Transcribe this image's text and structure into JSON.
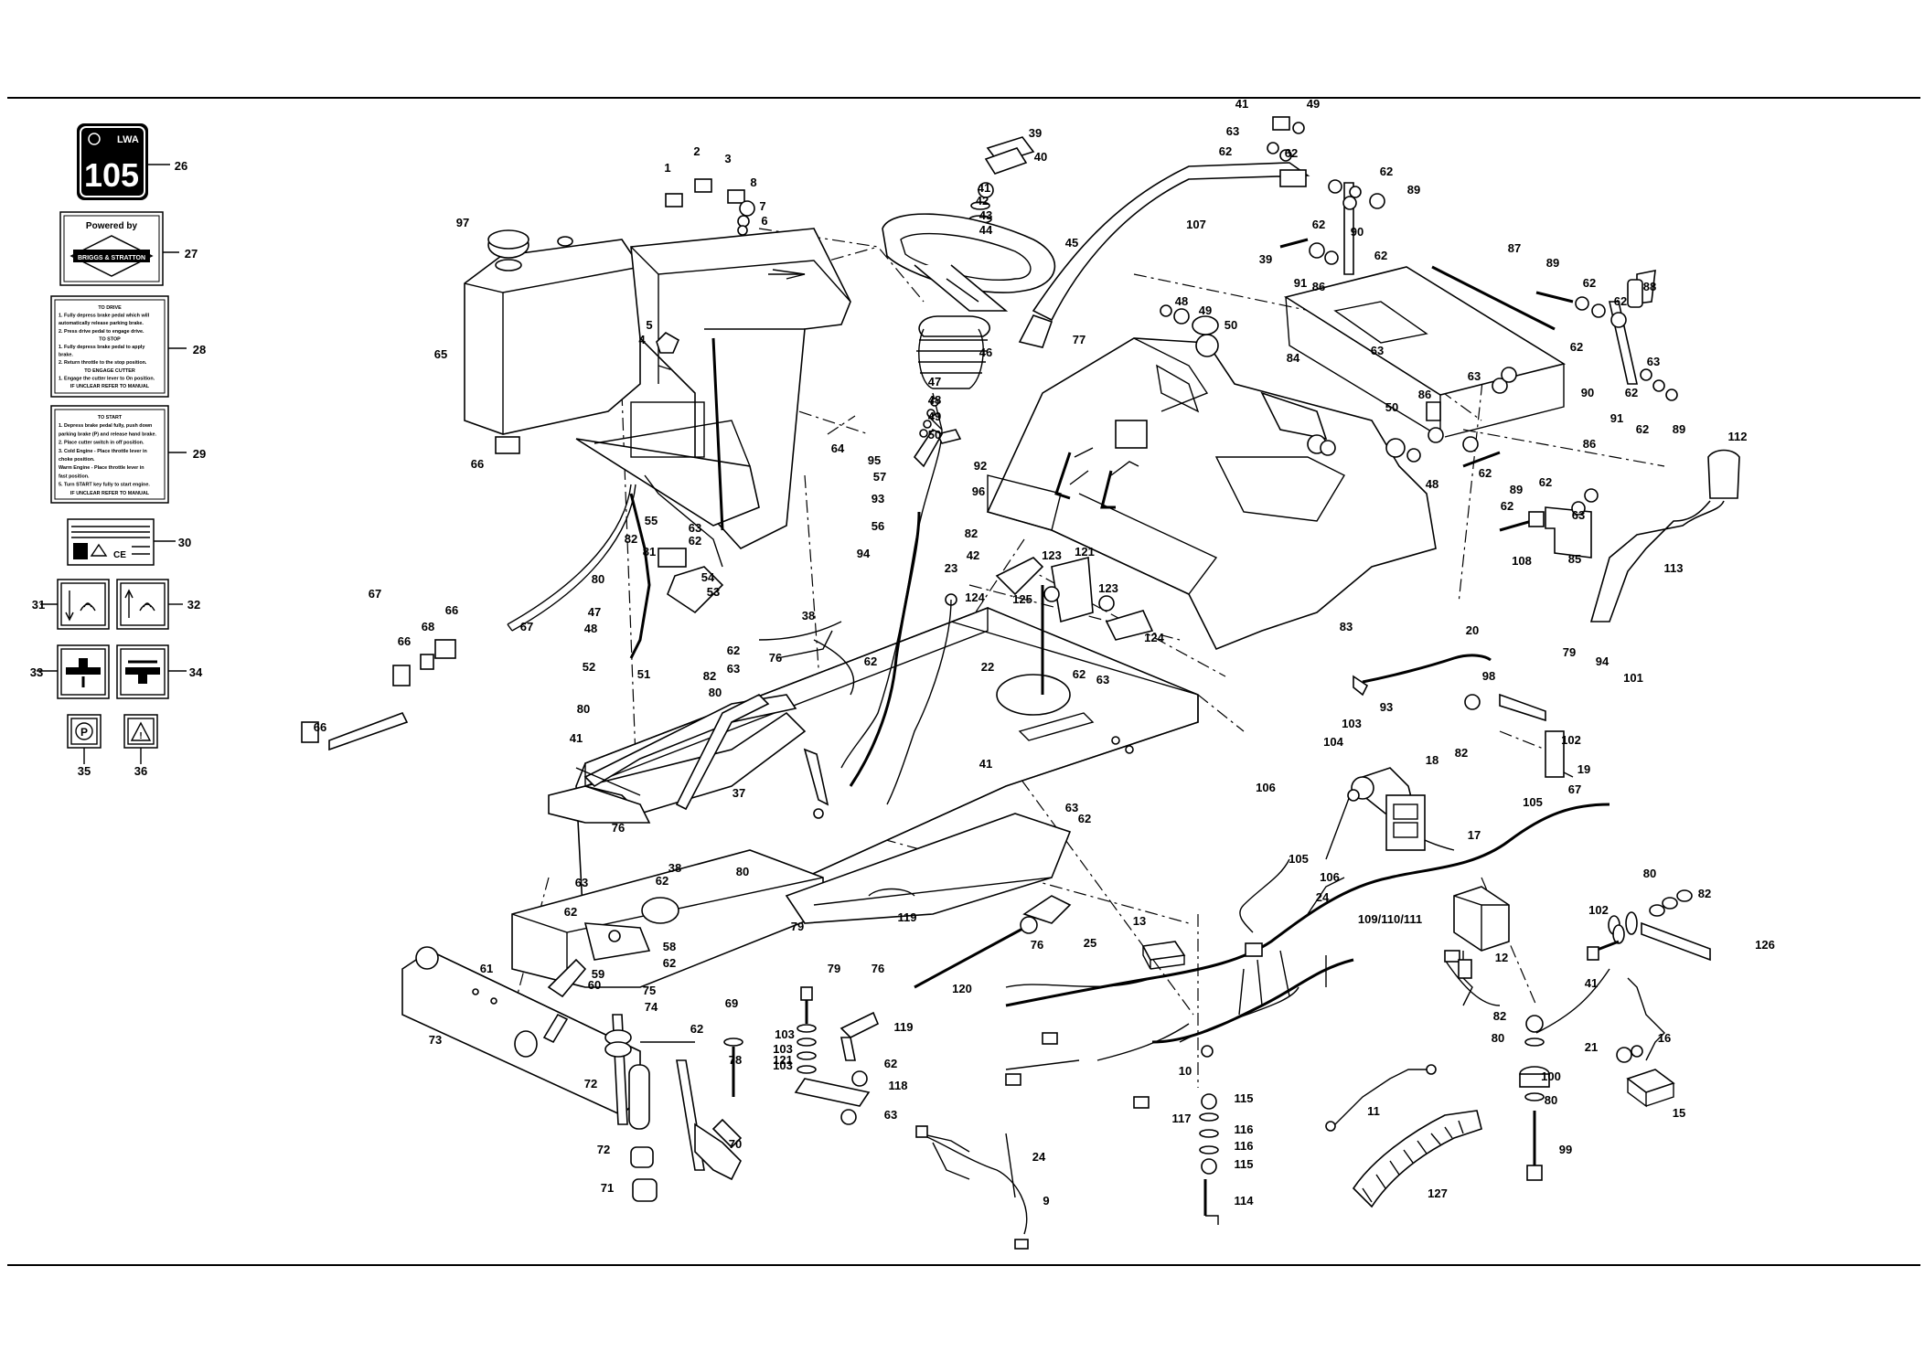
{
  "decals": {
    "d26": {
      "number": "105",
      "brand": "LWA"
    },
    "d27": {
      "line1": "Powered by",
      "line2": "BRIGGS & STRATTON"
    },
    "d28": {
      "lines": [
        "TO DRIVE",
        "1. Fully depress brake pedal which will",
        "automatically release parking brake.",
        "2. Press drive pedal to engage drive.",
        "TO STOP",
        "1. Fully depress brake pedal to apply",
        "brake.",
        "2. Return throttle to the stop position.",
        "TO ENGAGE CUTTER",
        "1. Engage the cutter lever to On position.",
        "IF UNCLEAR REFER TO MANUAL"
      ]
    },
    "d29": {
      "lines": [
        "TO START",
        "1. Depress brake pedal fully, push down",
        "parking brake (P) and release hand brake.",
        "2. Place cutter switch in off position.",
        "3. Cold Engine - Place throttle lever in",
        "choke position.",
        "Warm Engine - Place throttle lever in",
        "fast position.",
        "5. Turn START key fully to start engine.",
        "IF UNCLEAR REFER TO MANUAL"
      ]
    }
  },
  "callouts": [
    {
      "n": "26"
    },
    {
      "n": "27"
    },
    {
      "n": "28"
    },
    {
      "n": "29"
    },
    {
      "n": "30"
    },
    {
      "n": "31"
    },
    {
      "n": "32"
    },
    {
      "n": "33"
    },
    {
      "n": "34"
    },
    {
      "n": "35"
    },
    {
      "n": "36"
    },
    {
      "n": "1"
    },
    {
      "n": "2"
    },
    {
      "n": "3"
    },
    {
      "n": "8"
    },
    {
      "n": "7"
    },
    {
      "n": "6"
    },
    {
      "n": "97"
    },
    {
      "n": "65"
    },
    {
      "n": "66"
    },
    {
      "n": "5"
    },
    {
      "n": "4"
    },
    {
      "n": "64"
    },
    {
      "n": "39"
    },
    {
      "n": "40"
    },
    {
      "n": "41"
    },
    {
      "n": "42"
    },
    {
      "n": "43"
    },
    {
      "n": "44"
    },
    {
      "n": "45"
    },
    {
      "n": "46"
    },
    {
      "n": "47"
    },
    {
      "n": "48"
    },
    {
      "n": "49"
    },
    {
      "n": "50"
    },
    {
      "n": "41"
    },
    {
      "n": "49"
    },
    {
      "n": "63"
    },
    {
      "n": "62"
    },
    {
      "n": "62"
    },
    {
      "n": "62"
    },
    {
      "n": "89"
    },
    {
      "n": "107"
    },
    {
      "n": "90"
    },
    {
      "n": "62"
    },
    {
      "n": "39"
    },
    {
      "n": "91"
    },
    {
      "n": "86"
    },
    {
      "n": "62"
    },
    {
      "n": "48"
    },
    {
      "n": "49"
    },
    {
      "n": "50"
    },
    {
      "n": "77"
    },
    {
      "n": "87"
    },
    {
      "n": "89"
    },
    {
      "n": "62"
    },
    {
      "n": "62"
    },
    {
      "n": "88"
    },
    {
      "n": "84"
    },
    {
      "n": "63"
    },
    {
      "n": "63"
    },
    {
      "n": "62"
    },
    {
      "n": "63"
    },
    {
      "n": "90"
    },
    {
      "n": "62"
    },
    {
      "n": "86"
    },
    {
      "n": "91"
    },
    {
      "n": "62"
    },
    {
      "n": "89"
    },
    {
      "n": "112"
    },
    {
      "n": "50"
    },
    {
      "n": "86"
    },
    {
      "n": "48"
    },
    {
      "n": "62"
    },
    {
      "n": "89"
    },
    {
      "n": "62"
    },
    {
      "n": "63"
    },
    {
      "n": "62"
    },
    {
      "n": "108"
    },
    {
      "n": "85"
    },
    {
      "n": "113"
    },
    {
      "n": "95"
    },
    {
      "n": "92"
    },
    {
      "n": "57"
    },
    {
      "n": "96"
    },
    {
      "n": "93"
    },
    {
      "n": "56"
    },
    {
      "n": "94"
    },
    {
      "n": "23"
    },
    {
      "n": "82"
    },
    {
      "n": "42"
    },
    {
      "n": "124"
    },
    {
      "n": "125"
    },
    {
      "n": "123"
    },
    {
      "n": "121"
    },
    {
      "n": "123"
    },
    {
      "n": "124"
    },
    {
      "n": "62"
    },
    {
      "n": "63"
    },
    {
      "n": "83"
    },
    {
      "n": "55"
    },
    {
      "n": "63"
    },
    {
      "n": "62"
    },
    {
      "n": "82"
    },
    {
      "n": "81"
    },
    {
      "n": "80"
    },
    {
      "n": "54"
    },
    {
      "n": "53"
    },
    {
      "n": "47"
    },
    {
      "n": "48"
    },
    {
      "n": "62"
    },
    {
      "n": "63"
    },
    {
      "n": "82"
    },
    {
      "n": "80"
    },
    {
      "n": "52"
    },
    {
      "n": "51"
    },
    {
      "n": "80"
    },
    {
      "n": "41"
    },
    {
      "n": "66"
    },
    {
      "n": "68"
    },
    {
      "n": "66"
    },
    {
      "n": "67"
    },
    {
      "n": "67"
    },
    {
      "n": "66"
    },
    {
      "n": "38"
    },
    {
      "n": "76"
    },
    {
      "n": "62"
    },
    {
      "n": "22"
    },
    {
      "n": "37"
    },
    {
      "n": "41"
    },
    {
      "n": "63"
    },
    {
      "n": "62"
    },
    {
      "n": "20"
    },
    {
      "n": "98"
    },
    {
      "n": "79"
    },
    {
      "n": "94"
    },
    {
      "n": "101"
    },
    {
      "n": "93"
    },
    {
      "n": "103"
    },
    {
      "n": "104"
    },
    {
      "n": "18"
    },
    {
      "n": "82"
    },
    {
      "n": "102"
    },
    {
      "n": "19"
    },
    {
      "n": "106"
    },
    {
      "n": "67"
    },
    {
      "n": "105"
    },
    {
      "n": "17"
    },
    {
      "n": "105"
    },
    {
      "n": "106"
    },
    {
      "n": "109/110/111"
    },
    {
      "n": "12"
    },
    {
      "n": "76"
    },
    {
      "n": "38"
    },
    {
      "n": "62"
    },
    {
      "n": "63"
    },
    {
      "n": "62"
    },
    {
      "n": "80"
    },
    {
      "n": "79"
    },
    {
      "n": "58"
    },
    {
      "n": "62"
    },
    {
      "n": "59"
    },
    {
      "n": "60"
    },
    {
      "n": "75"
    },
    {
      "n": "74"
    },
    {
      "n": "61"
    },
    {
      "n": "73"
    },
    {
      "n": "72"
    },
    {
      "n": "69"
    },
    {
      "n": "62"
    },
    {
      "n": "78"
    },
    {
      "n": "72"
    },
    {
      "n": "71"
    },
    {
      "n": "70"
    },
    {
      "n": "119"
    },
    {
      "n": "76"
    },
    {
      "n": "13"
    },
    {
      "n": "25"
    },
    {
      "n": "24"
    },
    {
      "n": "79"
    },
    {
      "n": "76"
    },
    {
      "n": "120"
    },
    {
      "n": "103"
    },
    {
      "n": "103"
    },
    {
      "n": "103"
    },
    {
      "n": "119"
    },
    {
      "n": "121"
    },
    {
      "n": "62"
    },
    {
      "n": "118"
    },
    {
      "n": "63"
    },
    {
      "n": "80"
    },
    {
      "n": "82"
    },
    {
      "n": "102"
    },
    {
      "n": "126"
    },
    {
      "n": "41"
    },
    {
      "n": "21"
    },
    {
      "n": "82"
    },
    {
      "n": "80"
    },
    {
      "n": "16"
    },
    {
      "n": "15"
    },
    {
      "n": "100"
    },
    {
      "n": "80"
    },
    {
      "n": "99"
    },
    {
      "n": "10"
    },
    {
      "n": "115"
    },
    {
      "n": "117"
    },
    {
      "n": "116"
    },
    {
      "n": "116"
    },
    {
      "n": "115"
    },
    {
      "n": "114"
    },
    {
      "n": "11"
    },
    {
      "n": "127"
    },
    {
      "n": "24"
    },
    {
      "n": "9"
    }
  ]
}
